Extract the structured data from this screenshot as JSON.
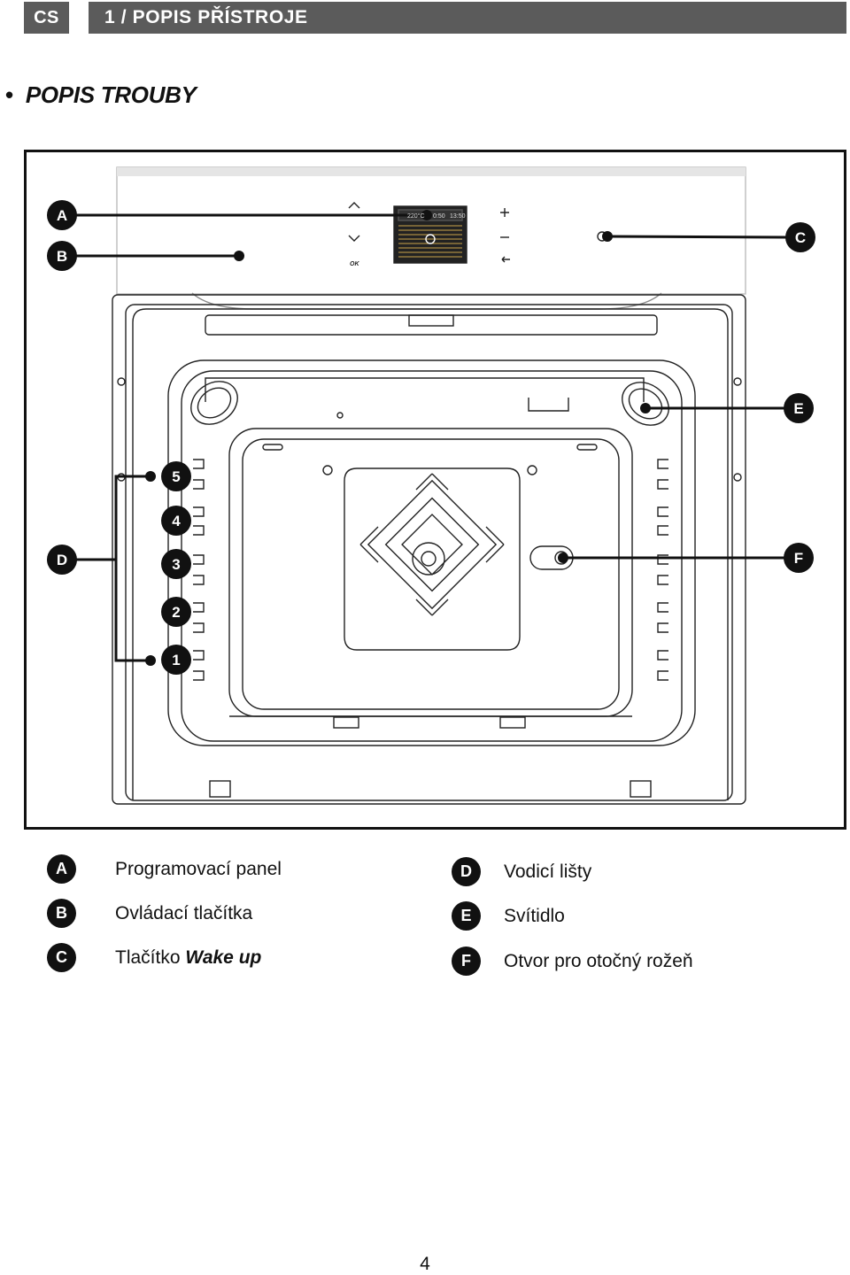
{
  "header": {
    "lang": "CS",
    "title": "1 / POPIS PŘÍSTROJE"
  },
  "section": {
    "bullet": "•",
    "title": "POPIS TROUBY"
  },
  "figure": {
    "callouts": {
      "a": "A",
      "b": "B",
      "c": "C",
      "d": "D",
      "e": "E",
      "f": "F"
    },
    "levels": [
      "5",
      "4",
      "3",
      "2",
      "1"
    ],
    "panel": {
      "ok_label": "OK",
      "display_temp": "220°C",
      "display_time1": "0:50",
      "display_time2": "13:50"
    }
  },
  "legend": {
    "left": [
      {
        "badge": "A",
        "text": "Programovací panel"
      },
      {
        "badge": "B",
        "text": "Ovládací tlačítka"
      },
      {
        "badge": "C",
        "text": "Tlačítko",
        "emphasis": "Wake up"
      }
    ],
    "right": [
      {
        "badge": "D",
        "text": "Vodicí lišty"
      },
      {
        "badge": "E",
        "text": "Svítidlo"
      },
      {
        "badge": "F",
        "text": "Otvor pro otočný rožeň"
      }
    ]
  },
  "page_number": "4"
}
